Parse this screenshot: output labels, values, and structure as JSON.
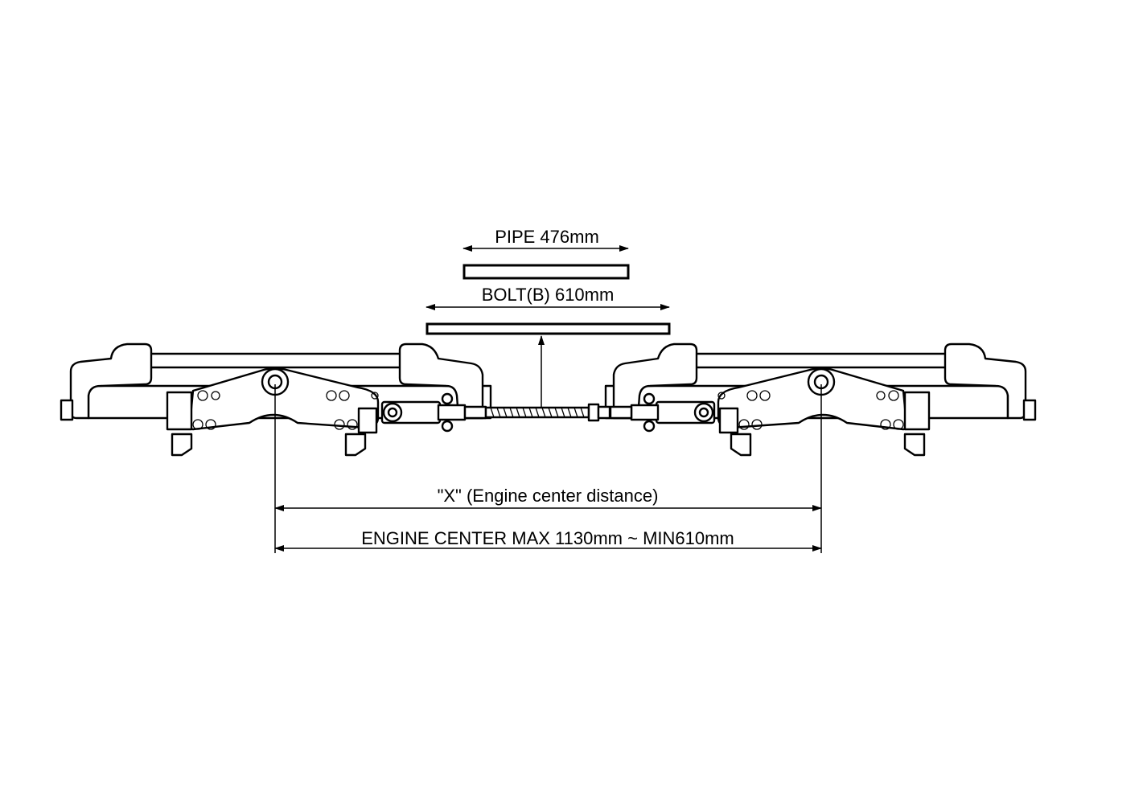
{
  "dimensions": {
    "pipe_label": "PIPE 476mm",
    "bolt_label": "BOLT(B) 610mm",
    "x_label": "\"X\" (Engine center distance)",
    "engine_center_label": "ENGINE CENTER MAX 1130mm ~ MIN610mm"
  },
  "colors": {
    "line": "#000000",
    "background": "#ffffff"
  }
}
